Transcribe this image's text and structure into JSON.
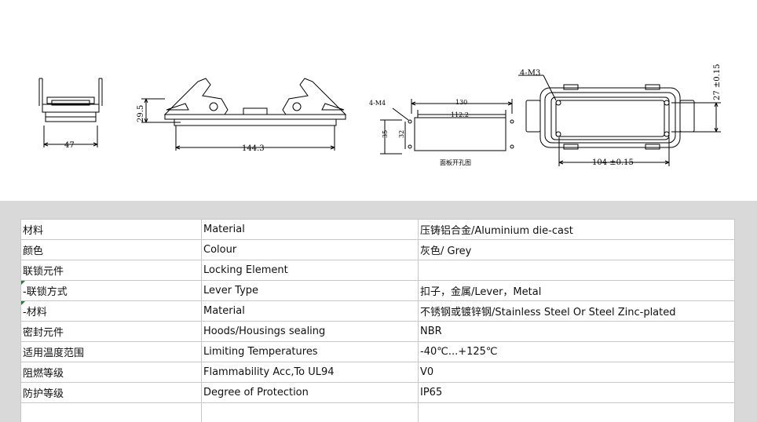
{
  "drawing": {
    "dims": {
      "w47": "47",
      "h29_5": "29.5",
      "w144_3": "144.3",
      "m4": "4-M4",
      "w130": "130",
      "w112_2": "112.2",
      "h35": "35",
      "h32": "32",
      "panel_caption": "面板开孔图",
      "m3": "4-M3",
      "h27": "27 ±0.15",
      "w104": "104 ±0.15"
    }
  },
  "spec": {
    "rows": [
      {
        "cn": "材料",
        "en": "Material",
        "value": "压铸铝合金/Aluminium die-cast",
        "flag": false
      },
      {
        "cn": "颜色",
        "en": "Colour",
        "value": "灰色/ Grey",
        "flag": false
      },
      {
        "cn": "联锁元件",
        "en": "Locking Element",
        "value": "",
        "flag": false
      },
      {
        "cn": " -联锁方式",
        "en": "Lever Type",
        "value": "扣子，金属/Lever，Metal",
        "flag": true
      },
      {
        "cn": " -材料",
        "en": "Material",
        "value": "不锈钢或镀锌钢/Stainless Steel Or Steel Zinc-plated",
        "flag": true
      },
      {
        "cn": "密封元件",
        "en": "Hoods/Housings sealing",
        "value": "NBR",
        "flag": false
      },
      {
        "cn": "适用温度范围",
        "en": "Limiting Temperatures",
        "value": "-40℃...+125℃",
        "flag": false
      },
      {
        "cn": "阻燃等级",
        "en": "Flammability Acc,To UL94",
        "value": "V0",
        "flag": false
      },
      {
        "cn": "防护等级",
        "en": "Degree of Protection",
        "value": "IP65",
        "flag": false
      }
    ]
  }
}
